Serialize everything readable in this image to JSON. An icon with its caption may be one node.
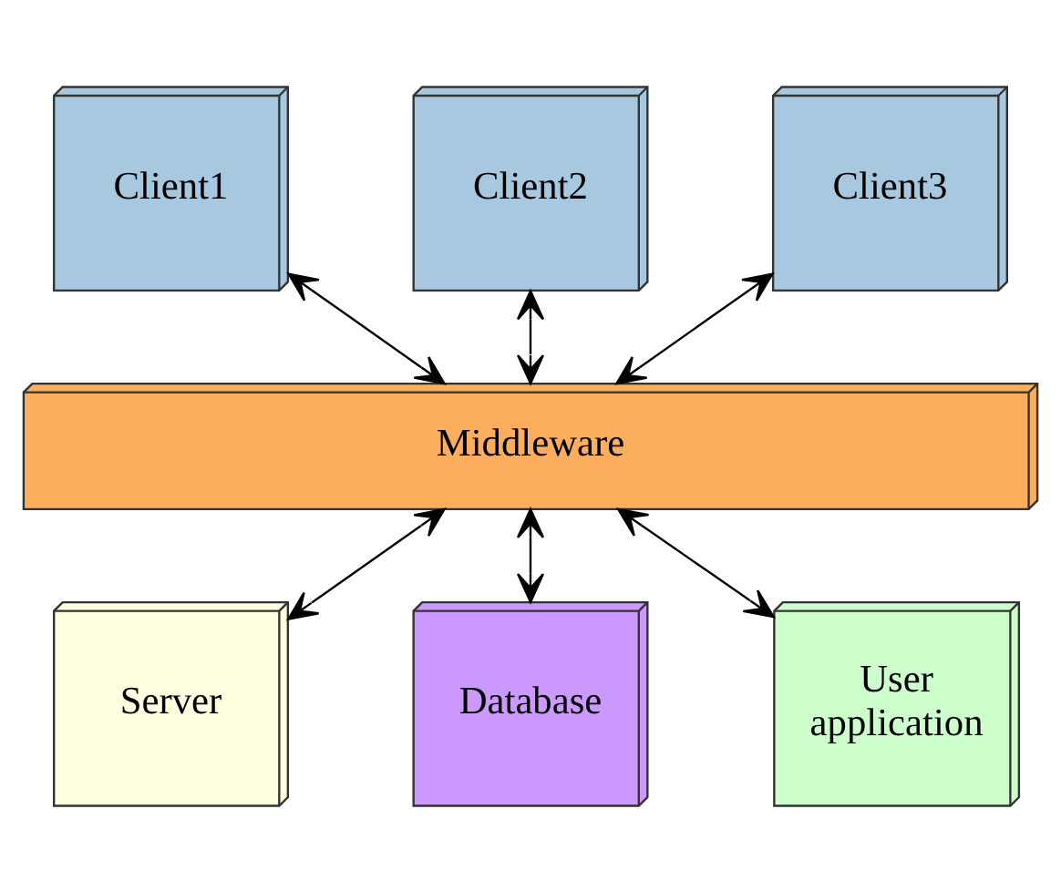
{
  "diagram": {
    "nodes": [
      {
        "text": [
          "Client1"
        ]
      },
      {
        "text": [
          "Client2"
        ]
      },
      {
        "text": [
          "Client3"
        ]
      },
      {
        "text": [
          "Middleware"
        ]
      },
      {
        "text": [
          "Server"
        ]
      },
      {
        "text": [
          "Database"
        ]
      },
      {
        "text": [
          "User application"
        ]
      }
    ],
    "edges": [
      {
        "from": 0,
        "to": 3,
        "arrow": "both"
      },
      {
        "from": 1,
        "to": 3,
        "arrow": "both"
      },
      {
        "from": 2,
        "to": 3,
        "arrow": "both"
      },
      {
        "from": 3,
        "to": 4,
        "arrow": "both"
      },
      {
        "from": 3,
        "to": 5,
        "arrow": "both"
      },
      {
        "from": 3,
        "to": 6,
        "arrow": "both"
      }
    ]
  }
}
